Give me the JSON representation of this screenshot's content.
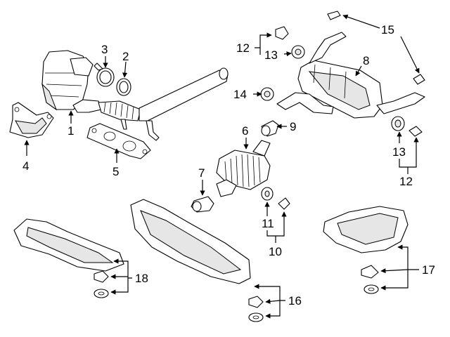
{
  "callouts": {
    "c1": "1",
    "c2": "2",
    "c3": "3",
    "c4": "4",
    "c5": "5",
    "c6": "6",
    "c7": "7",
    "c8": "8",
    "c9": "9",
    "c10": "10",
    "c11": "11",
    "c12a": "12",
    "c12b": "12",
    "c13a": "13",
    "c13b": "13",
    "c14": "14",
    "c15": "15",
    "c16": "16",
    "c17": "17",
    "c18": "18"
  }
}
